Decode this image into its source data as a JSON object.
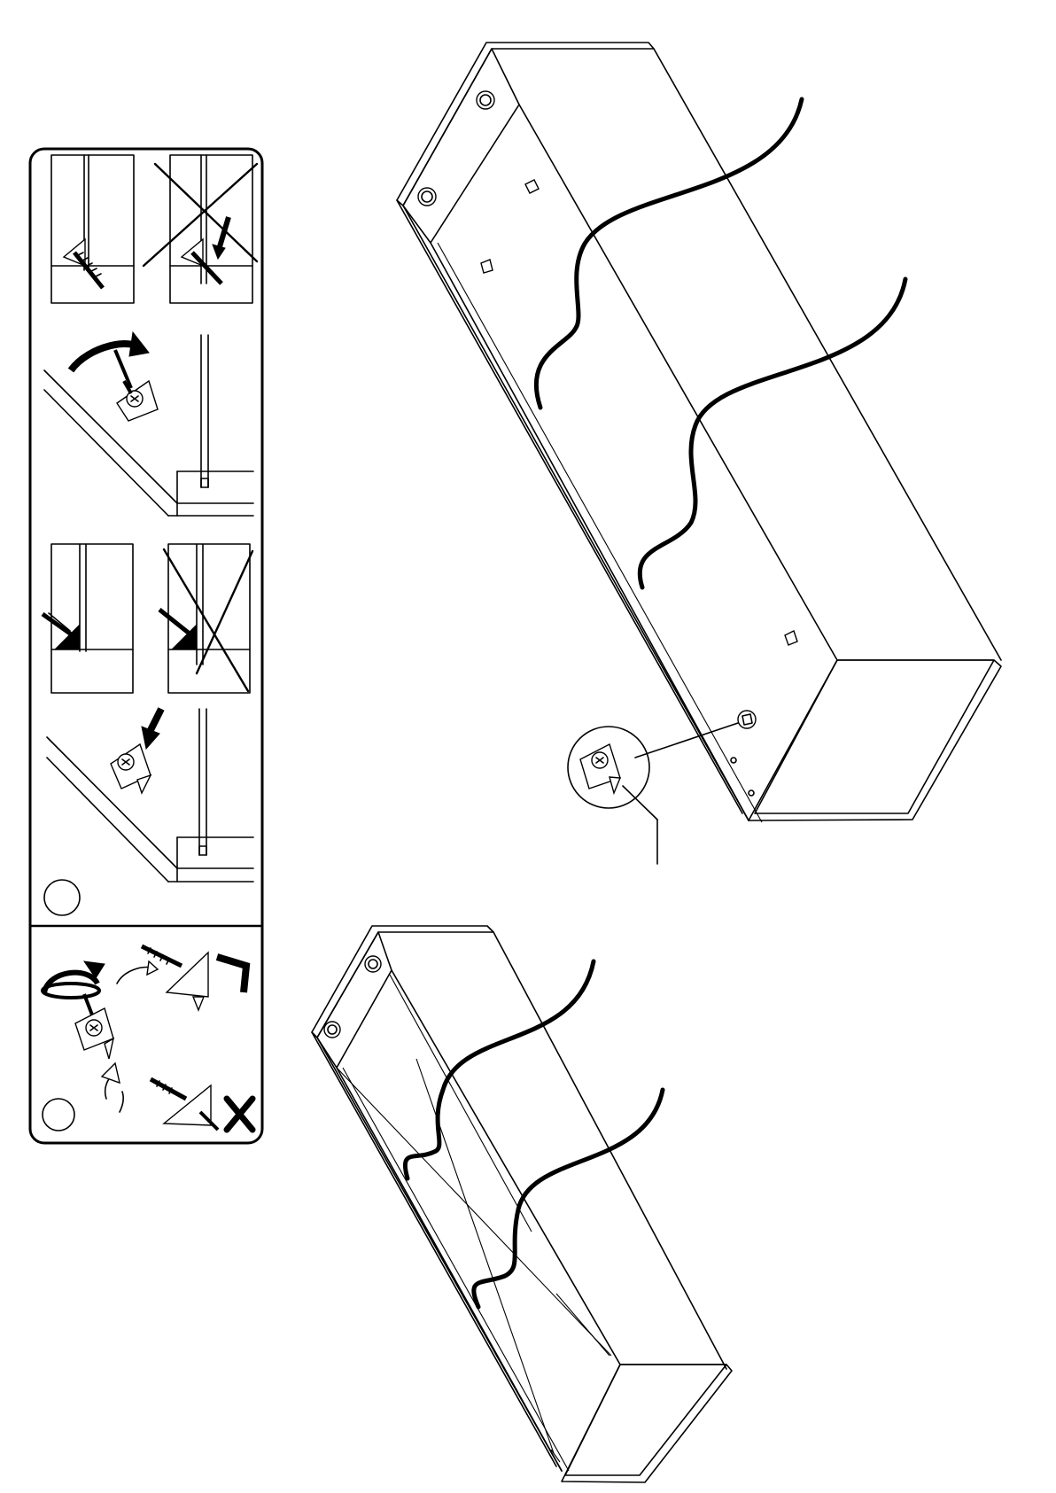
{
  "colors": {
    "background": "#ffffff",
    "ink": "#000000"
  },
  "panel": {
    "steps": [
      {
        "marker": "step-circle",
        "label": ""
      },
      {
        "marker": "step-circle",
        "label": ""
      }
    ],
    "icons": [
      "rotate-arrow-icon",
      "screwdriver-icon",
      "cam-lock-icon",
      "screw-icon",
      "wrong-cross-icon",
      "correct-check-icon"
    ]
  },
  "assemblies": [
    {
      "id": "upper-cabinet",
      "cables": 2,
      "fittings": [
        "cam-lock",
        "dowel",
        "connector"
      ]
    },
    {
      "id": "lower-cabinet",
      "cables": 2,
      "fittings": [
        "cam-lock"
      ]
    }
  ]
}
